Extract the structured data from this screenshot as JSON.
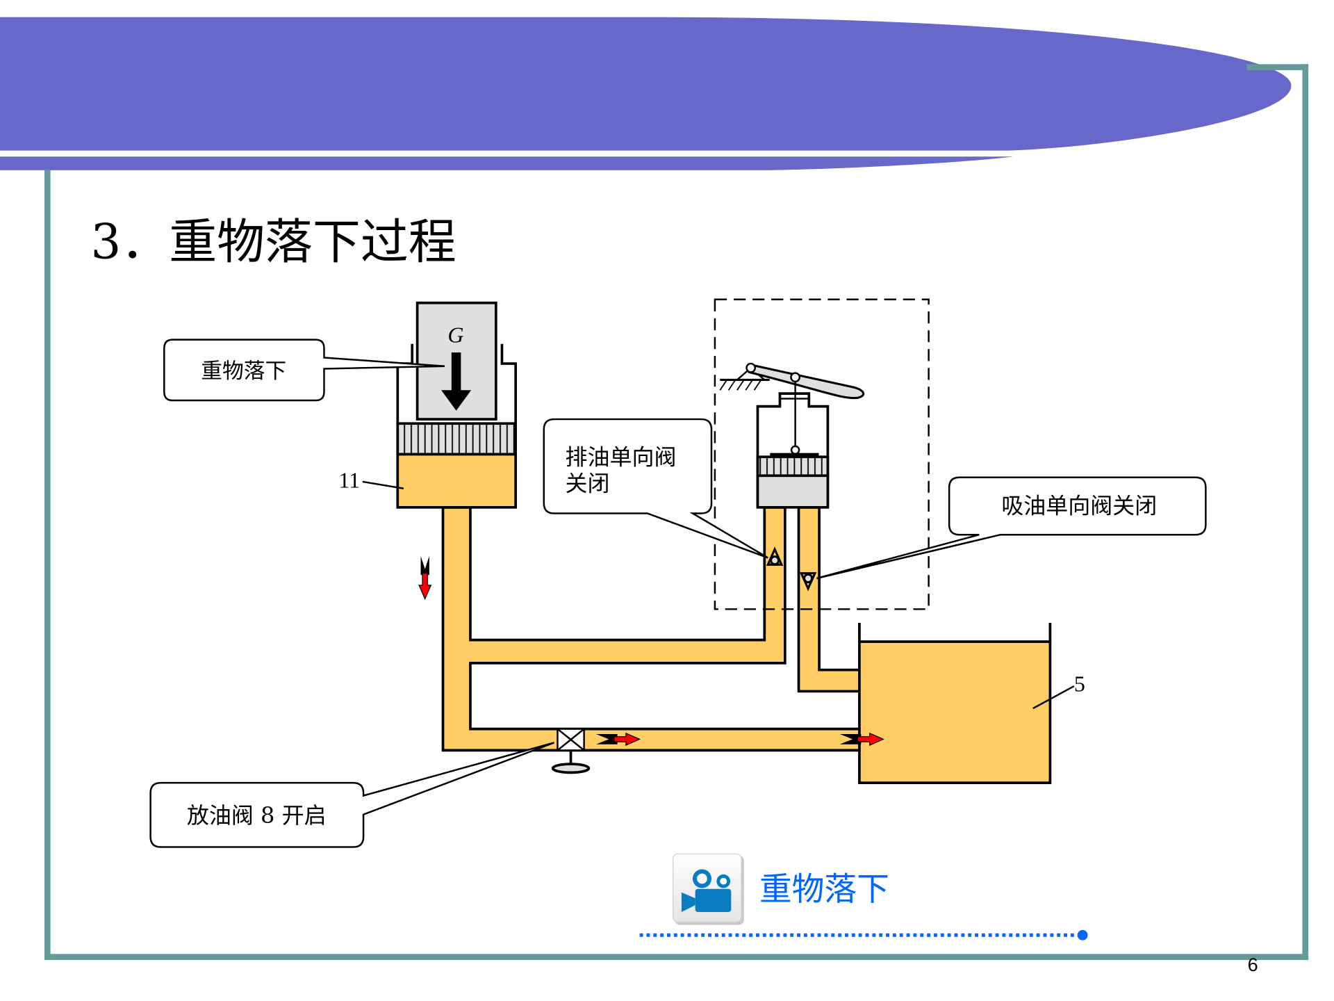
{
  "slide": {
    "title": "3．重物落下过程",
    "page_number": "6",
    "colors": {
      "banner": "#6868CA",
      "frame": "#669999",
      "oil": "#FFCF66",
      "gray_fill": "#E0E0E0",
      "flow_arrow": "#FF0000",
      "link_blue": "#0066FF",
      "icon_blue": "#0A7CC4"
    }
  },
  "diagram": {
    "weight_symbol": "G",
    "label_cylinder": "11",
    "label_tank": "5",
    "callouts": {
      "weight_falling": "重物落下",
      "discharge_valve_line1": "排油单向阀",
      "discharge_valve_line2": "关闭",
      "suction_valve": "吸油单向阀关闭",
      "release_valve": "放油阀 8 开启"
    }
  },
  "media_link": {
    "icon": "video-camera-icon",
    "label": "重物落下"
  }
}
